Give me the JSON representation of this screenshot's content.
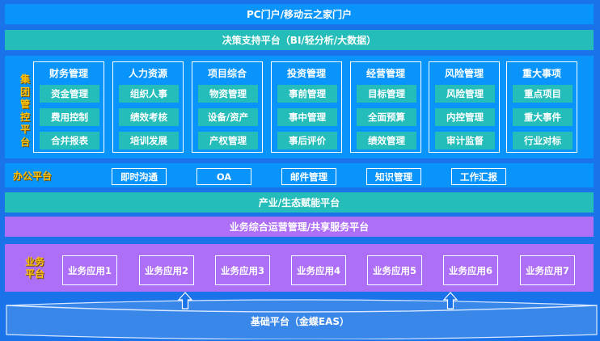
{
  "layers": {
    "portal": "PC门户/移动云之家门户",
    "decision": "决策支持平台（BI/轻分析/大数据）",
    "group_control": {
      "label": "集团管控平台",
      "label_chars": [
        "集",
        "团",
        "管",
        "控",
        "平",
        "台"
      ],
      "modules": [
        {
          "title": "财务管理",
          "items": [
            "资金管理",
            "费用控制",
            "合并报表"
          ]
        },
        {
          "title": "人力资源",
          "items": [
            "组织人事",
            "绩效考核",
            "培训发展"
          ]
        },
        {
          "title": "项目综合",
          "items": [
            "物资管理",
            "设备/资产",
            "产权管理"
          ]
        },
        {
          "title": "投资管理",
          "items": [
            "事前管理",
            "事中管理",
            "事后评价"
          ]
        },
        {
          "title": "经营管理",
          "items": [
            "目标管理",
            "全面预算",
            "绩效管理"
          ]
        },
        {
          "title": "风险管理",
          "items": [
            "风险管理",
            "内控管理",
            "审计监督"
          ]
        },
        {
          "title": "重大事项",
          "items": [
            "重点项目",
            "重大事件",
            "行业对标"
          ]
        }
      ]
    },
    "office": {
      "label": "办公平台",
      "items": [
        "即时沟通",
        "OA",
        "邮件管理",
        "知识管理",
        "工作汇报"
      ]
    },
    "industry": "产业/生态赋能平台",
    "shared_service": "业务综合运营管理/共享服务平台",
    "business": {
      "label_line1": "业务",
      "label_line2": "平台",
      "apps": [
        "业务应用1",
        "业务应用2",
        "业务应用3",
        "业务应用4",
        "业务应用5",
        "业务应用6",
        "业务应用7"
      ]
    },
    "foundation": "基础平台（金蝶EAS）"
  },
  "icons": {
    "arrow": "up-outline-arrow-icon"
  },
  "colors": {
    "background": "#1a73e8",
    "blue_band": "#0894fb",
    "teal_band": "#25bdb9",
    "purple_band": "#ad6ff6",
    "label_yellow": "#ffc107"
  }
}
